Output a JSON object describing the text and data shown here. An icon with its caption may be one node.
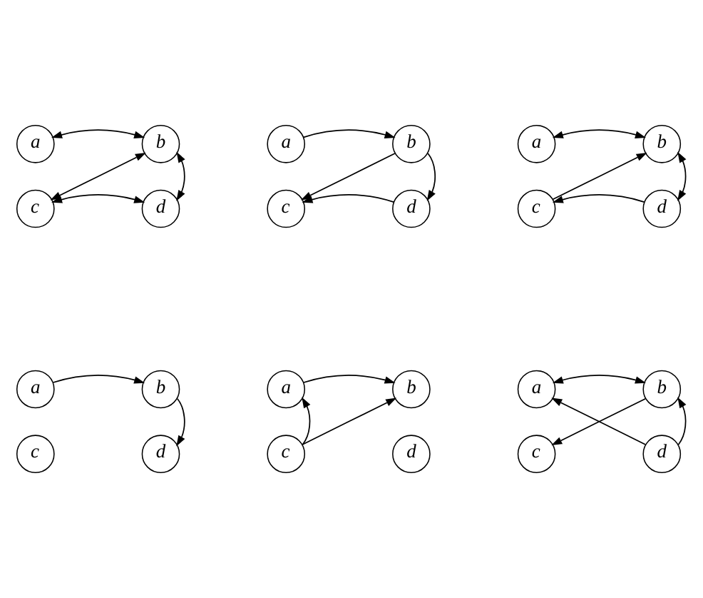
{
  "diagram": {
    "nodes": [
      {
        "text": [
          "a"
        ]
      },
      {
        "text": [
          "b"
        ]
      },
      {
        "text": [
          "c"
        ]
      },
      {
        "text": [
          "d"
        ]
      },
      {
        "text": [
          "a"
        ]
      },
      {
        "text": [
          "b"
        ]
      },
      {
        "text": [
          "c"
        ]
      },
      {
        "text": [
          "d"
        ]
      },
      {
        "text": [
          "a"
        ]
      },
      {
        "text": [
          "b"
        ]
      },
      {
        "text": [
          "c"
        ]
      },
      {
        "text": [
          "d"
        ]
      },
      {
        "text": [
          "a"
        ]
      },
      {
        "text": [
          "b"
        ]
      },
      {
        "text": [
          "c"
        ]
      },
      {
        "text": [
          "d"
        ]
      },
      {
        "text": [
          "a"
        ]
      },
      {
        "text": [
          "b"
        ]
      },
      {
        "text": [
          "c"
        ]
      },
      {
        "text": [
          "d"
        ]
      },
      {
        "text": [
          "a"
        ]
      },
      {
        "text": [
          "b"
        ]
      },
      {
        "text": [
          "c"
        ]
      },
      {
        "text": [
          "d"
        ]
      }
    ],
    "edges": [
      {
        "from": 0,
        "to": 1,
        "arrow": "both"
      },
      {
        "from": 1,
        "to": 2,
        "arrow": "both"
      },
      {
        "from": 1,
        "to": 3,
        "arrow": "both"
      },
      {
        "from": 2,
        "to": 3,
        "arrow": "both"
      },
      {
        "from": 4,
        "to": 5,
        "arrow": "to"
      },
      {
        "from": 5,
        "to": 6,
        "arrow": "to"
      },
      {
        "from": 5,
        "to": 7,
        "arrow": "to"
      },
      {
        "from": 7,
        "to": 6,
        "arrow": "to"
      },
      {
        "from": 8,
        "to": 9,
        "arrow": "both"
      },
      {
        "from": 10,
        "to": 9,
        "arrow": "to"
      },
      {
        "from": 9,
        "to": 11,
        "arrow": "both"
      },
      {
        "from": 11,
        "to": 10,
        "arrow": "to"
      },
      {
        "from": 12,
        "to": 13,
        "arrow": "to"
      },
      {
        "from": 13,
        "to": 15,
        "arrow": "to"
      },
      {
        "from": 16,
        "to": 17,
        "arrow": "to"
      },
      {
        "from": 18,
        "to": 16,
        "arrow": "to"
      },
      {
        "from": 18,
        "to": 17,
        "arrow": "to"
      },
      {
        "from": 20,
        "to": 21,
        "arrow": "both"
      },
      {
        "from": 21,
        "to": 22,
        "arrow": "to"
      },
      {
        "from": 23,
        "to": 20,
        "arrow": "to"
      },
      {
        "from": 23,
        "to": 21,
        "arrow": "to"
      }
    ]
  }
}
